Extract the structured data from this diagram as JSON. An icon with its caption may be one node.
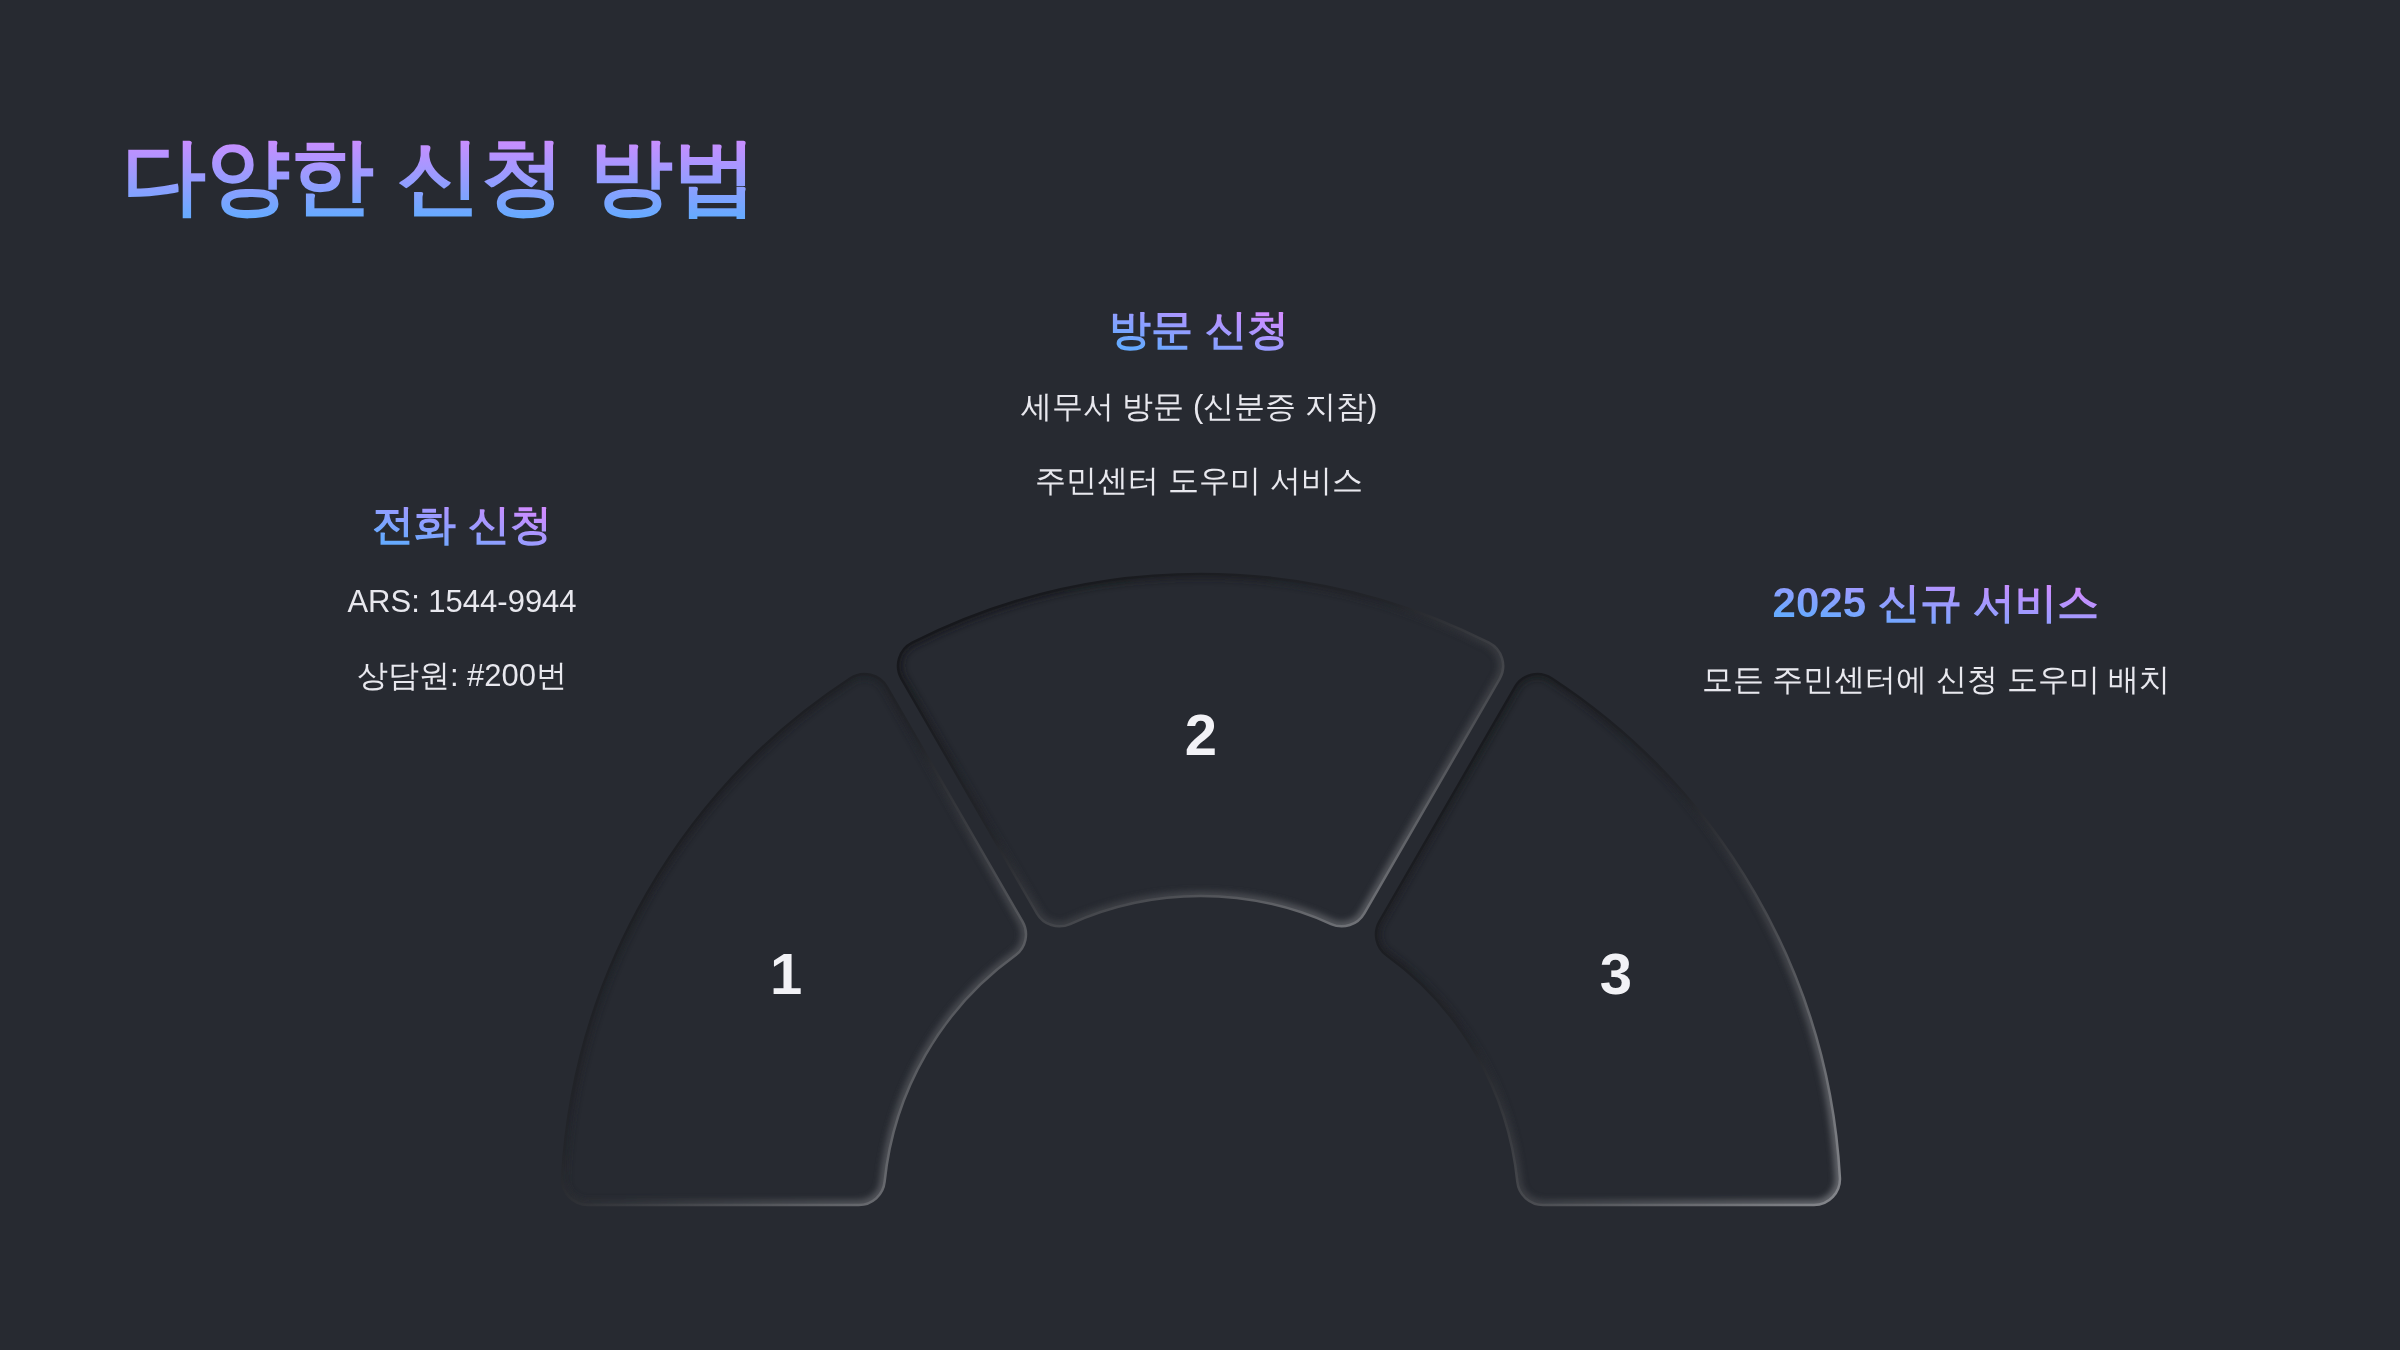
{
  "diagram": {
    "title": "다양한 신청 방법",
    "nodes": [
      {
        "text": [
          "1"
        ],
        "beside": [
          "전화 신청",
          "ARS: 1544-9944",
          "상담원: #200번"
        ]
      },
      {
        "text": [
          "2"
        ],
        "beside": [
          "방문 신청",
          "세무서 방문 (신분증 지참)",
          "주민센터 도우미 서비스"
        ]
      },
      {
        "text": [
          "3"
        ],
        "beside": [
          "2025 신규 서비스",
          "모든 주민센터에 신청 도우미 배치"
        ]
      }
    ]
  }
}
